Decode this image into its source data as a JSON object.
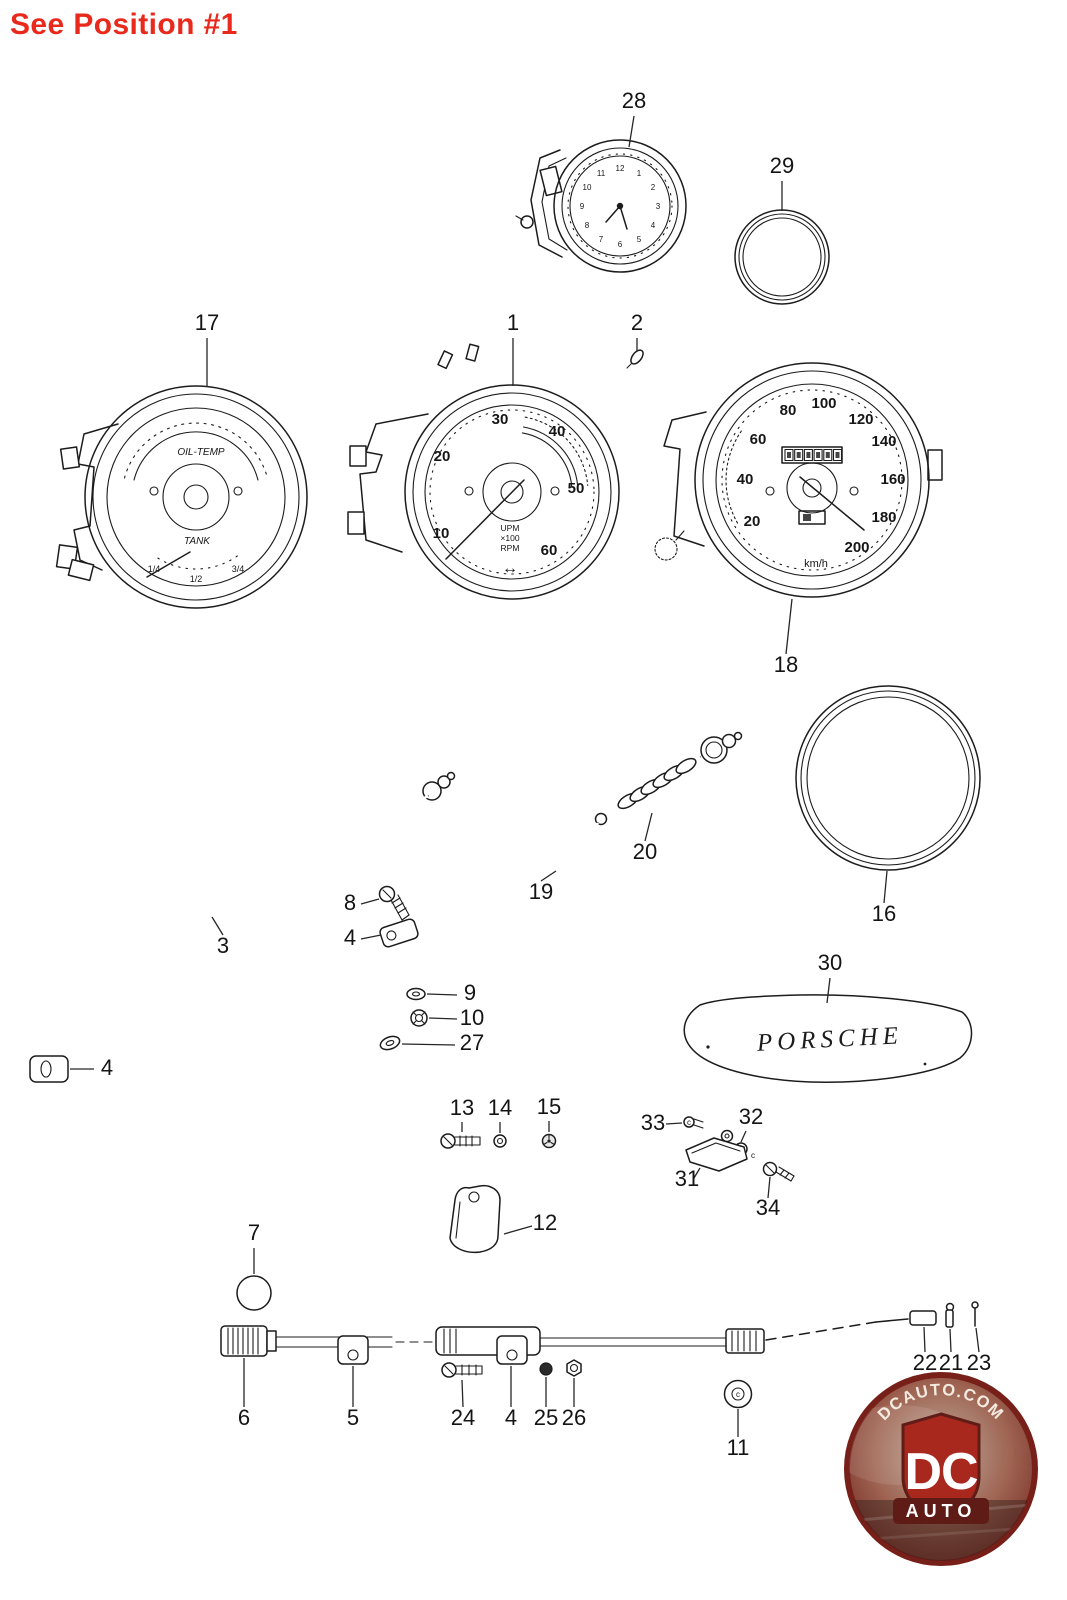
{
  "page": {
    "bg": "#ffffff",
    "ink": "#1c1c1c",
    "header_note": "See Position #1",
    "header_style": "color:#e8291c"
  },
  "callouts": {
    "c1": "1",
    "c2": "2",
    "c3": "3",
    "c4a": "4",
    "c4b": "4",
    "c4c": "4",
    "c5": "5",
    "c6": "6",
    "c7": "7",
    "c8": "8",
    "c9": "9",
    "c10": "10",
    "c11": "11",
    "c12": "12",
    "c13": "13",
    "c14": "14",
    "c15": "15",
    "c16": "16",
    "c17": "17",
    "c18": "18",
    "c19": "19",
    "c20": "20",
    "c21": "21",
    "c22": "22",
    "c23": "23",
    "c24": "24",
    "c25": "25",
    "c26": "26",
    "c27": "27",
    "c28": "28",
    "c29": "29",
    "c30": "30",
    "c31": "31",
    "c32": "32",
    "c33": "33",
    "c34": "34"
  },
  "gauges": {
    "clock": {
      "numbers": [
        "12",
        "1",
        "2",
        "3",
        "4",
        "5",
        "6",
        "7",
        "8",
        "9",
        "10",
        "11"
      ]
    },
    "combo": {
      "top_label": "OIL-TEMP",
      "bottom_label": "TANK",
      "fuel_marks": [
        "1/4",
        "1/2",
        "3/4"
      ]
    },
    "tach": {
      "numbers": [
        "10",
        "20",
        "30",
        "40",
        "50",
        "60"
      ],
      "center": [
        "UPM",
        "×100",
        "RPM"
      ],
      "arrow": "↔"
    },
    "speedo": {
      "numbers": [
        "20",
        "40",
        "60",
        "80",
        "100",
        "120",
        "140",
        "160",
        "180",
        "200"
      ],
      "unit": "km/h"
    }
  },
  "emblem": {
    "text": "PORSCHE"
  },
  "marks": {
    "c": "c"
  },
  "watermark": {
    "arc": "DCAUTO.COM",
    "big": "DC",
    "sub": "AUTO"
  }
}
